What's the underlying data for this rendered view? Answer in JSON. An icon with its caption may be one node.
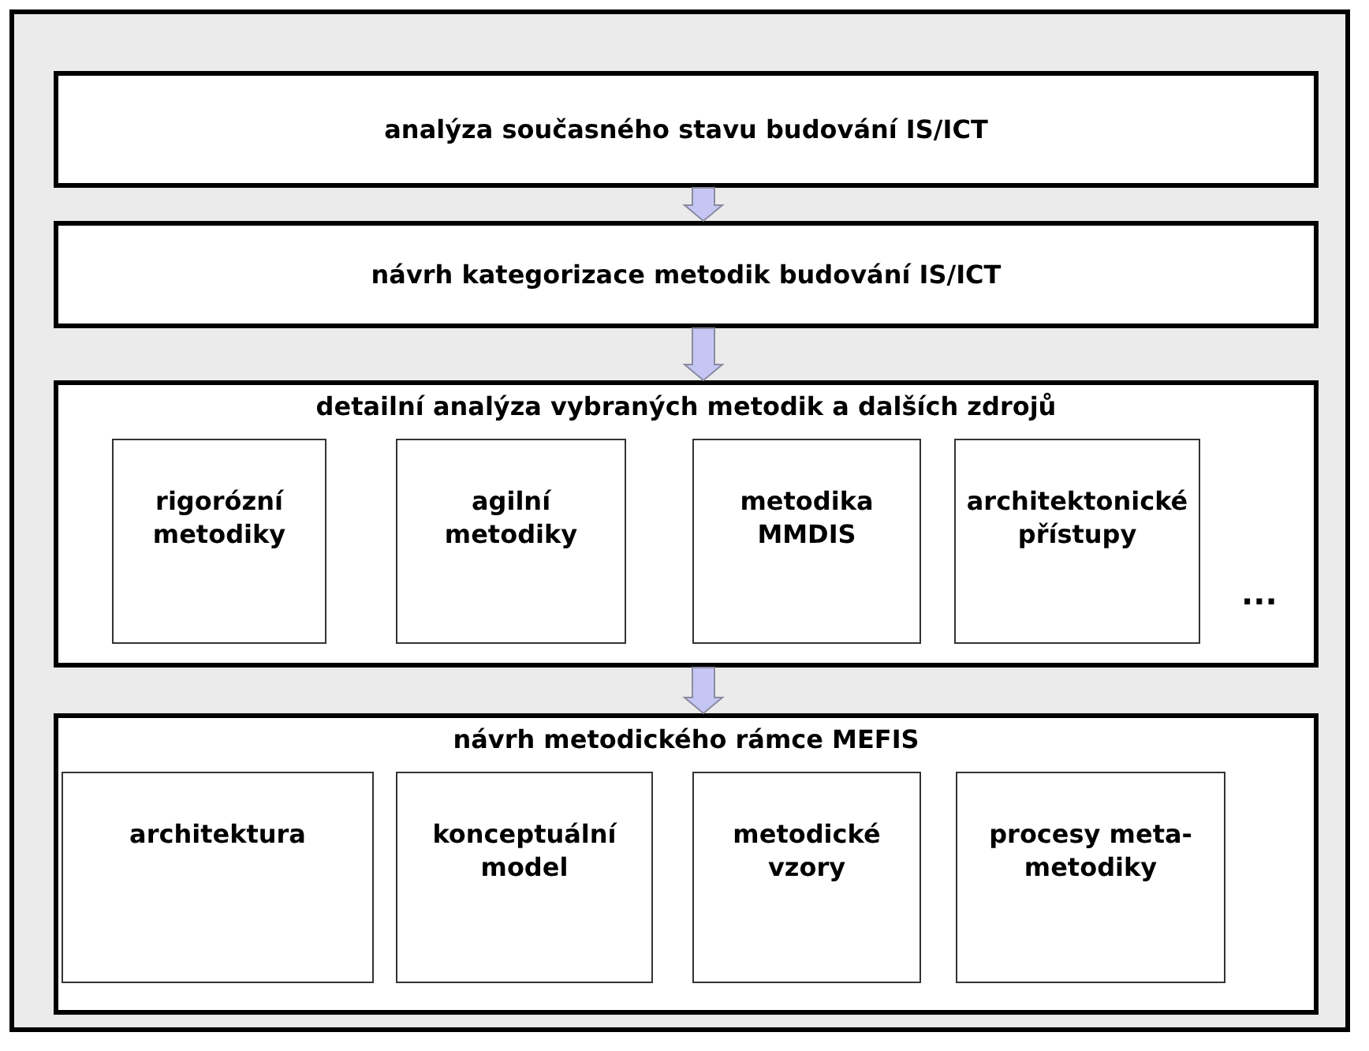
{
  "diagram": {
    "nodes": [
      {
        "text": [
          "analýza současného stavu budování IS/ICT"
        ]
      },
      {
        "text": [
          "návrh kategorizace metodik budování IS/ICT"
        ]
      },
      {
        "text": [
          "detailní analýza vybraných metodik a dalších zdrojů"
        ]
      },
      {
        "text": [
          "rigorózní metodiky"
        ],
        "in": 2
      },
      {
        "text": [
          "agilní metodiky"
        ],
        "in": 2
      },
      {
        "text": [
          "metodika MMDIS"
        ],
        "in": 2
      },
      {
        "text": [
          "architektonické přístupy"
        ],
        "in": 2
      },
      {
        "text": [
          "návrh metodického rámce MEFIS"
        ]
      },
      {
        "text": [
          "architektura"
        ],
        "in": 7
      },
      {
        "text": [
          "konceptuální model"
        ],
        "in": 7
      },
      {
        "text": [
          "metodické vzory"
        ],
        "in": 7
      },
      {
        "text": [
          "procesy meta-metodiky"
        ],
        "in": 7
      }
    ],
    "edges": [
      {
        "from": 0,
        "to": 1,
        "arrow": "to"
      },
      {
        "from": 1,
        "to": 2,
        "arrow": "to"
      },
      {
        "from": 2,
        "to": 7,
        "arrow": "to"
      }
    ],
    "labels": [
      "..."
    ]
  }
}
